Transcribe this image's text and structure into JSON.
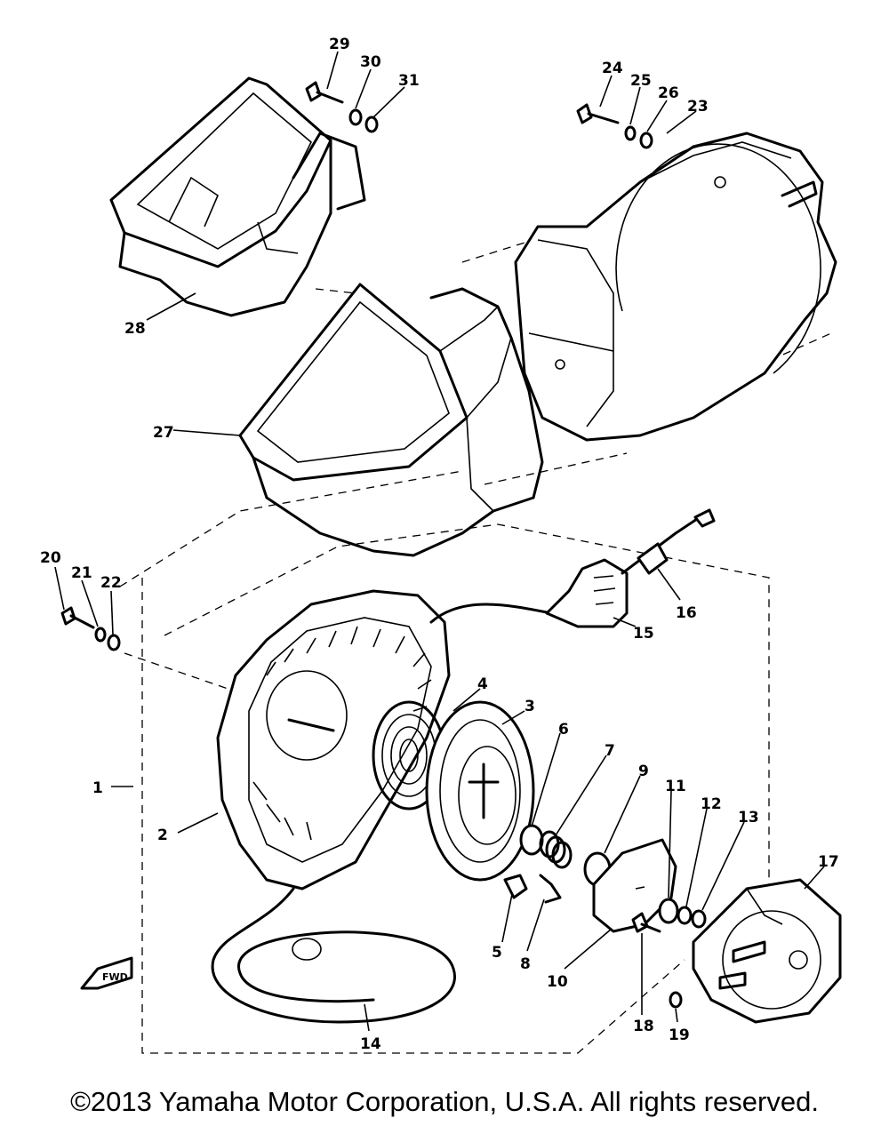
{
  "diagram": {
    "callouts": [
      {
        "id": "c1",
        "label": "1"
      },
      {
        "id": "c2",
        "label": "2"
      },
      {
        "id": "c3",
        "label": "3"
      },
      {
        "id": "c4",
        "label": "4"
      },
      {
        "id": "c5",
        "label": "5"
      },
      {
        "id": "c6",
        "label": "6"
      },
      {
        "id": "c7",
        "label": "7"
      },
      {
        "id": "c8",
        "label": "8"
      },
      {
        "id": "c9",
        "label": "9"
      },
      {
        "id": "c10",
        "label": "10"
      },
      {
        "id": "c11",
        "label": "11"
      },
      {
        "id": "c12",
        "label": "12"
      },
      {
        "id": "c13",
        "label": "13"
      },
      {
        "id": "c14",
        "label": "14"
      },
      {
        "id": "c15",
        "label": "15"
      },
      {
        "id": "c16",
        "label": "16"
      },
      {
        "id": "c17",
        "label": "17"
      },
      {
        "id": "c18",
        "label": "18"
      },
      {
        "id": "c19",
        "label": "19"
      },
      {
        "id": "c20",
        "label": "20"
      },
      {
        "id": "c21",
        "label": "21"
      },
      {
        "id": "c22",
        "label": "22"
      },
      {
        "id": "c23",
        "label": "23"
      },
      {
        "id": "c24",
        "label": "24"
      },
      {
        "id": "c25",
        "label": "25"
      },
      {
        "id": "c26",
        "label": "26"
      },
      {
        "id": "c27",
        "label": "27"
      },
      {
        "id": "c28",
        "label": "28"
      },
      {
        "id": "c29",
        "label": "29"
      },
      {
        "id": "c30",
        "label": "30"
      },
      {
        "id": "c31",
        "label": "31"
      }
    ],
    "arrow_mark": "FWD"
  },
  "footer": {
    "copyright": "©2013 Yamaha Motor Corporation, U.S.A. All rights reserved."
  }
}
